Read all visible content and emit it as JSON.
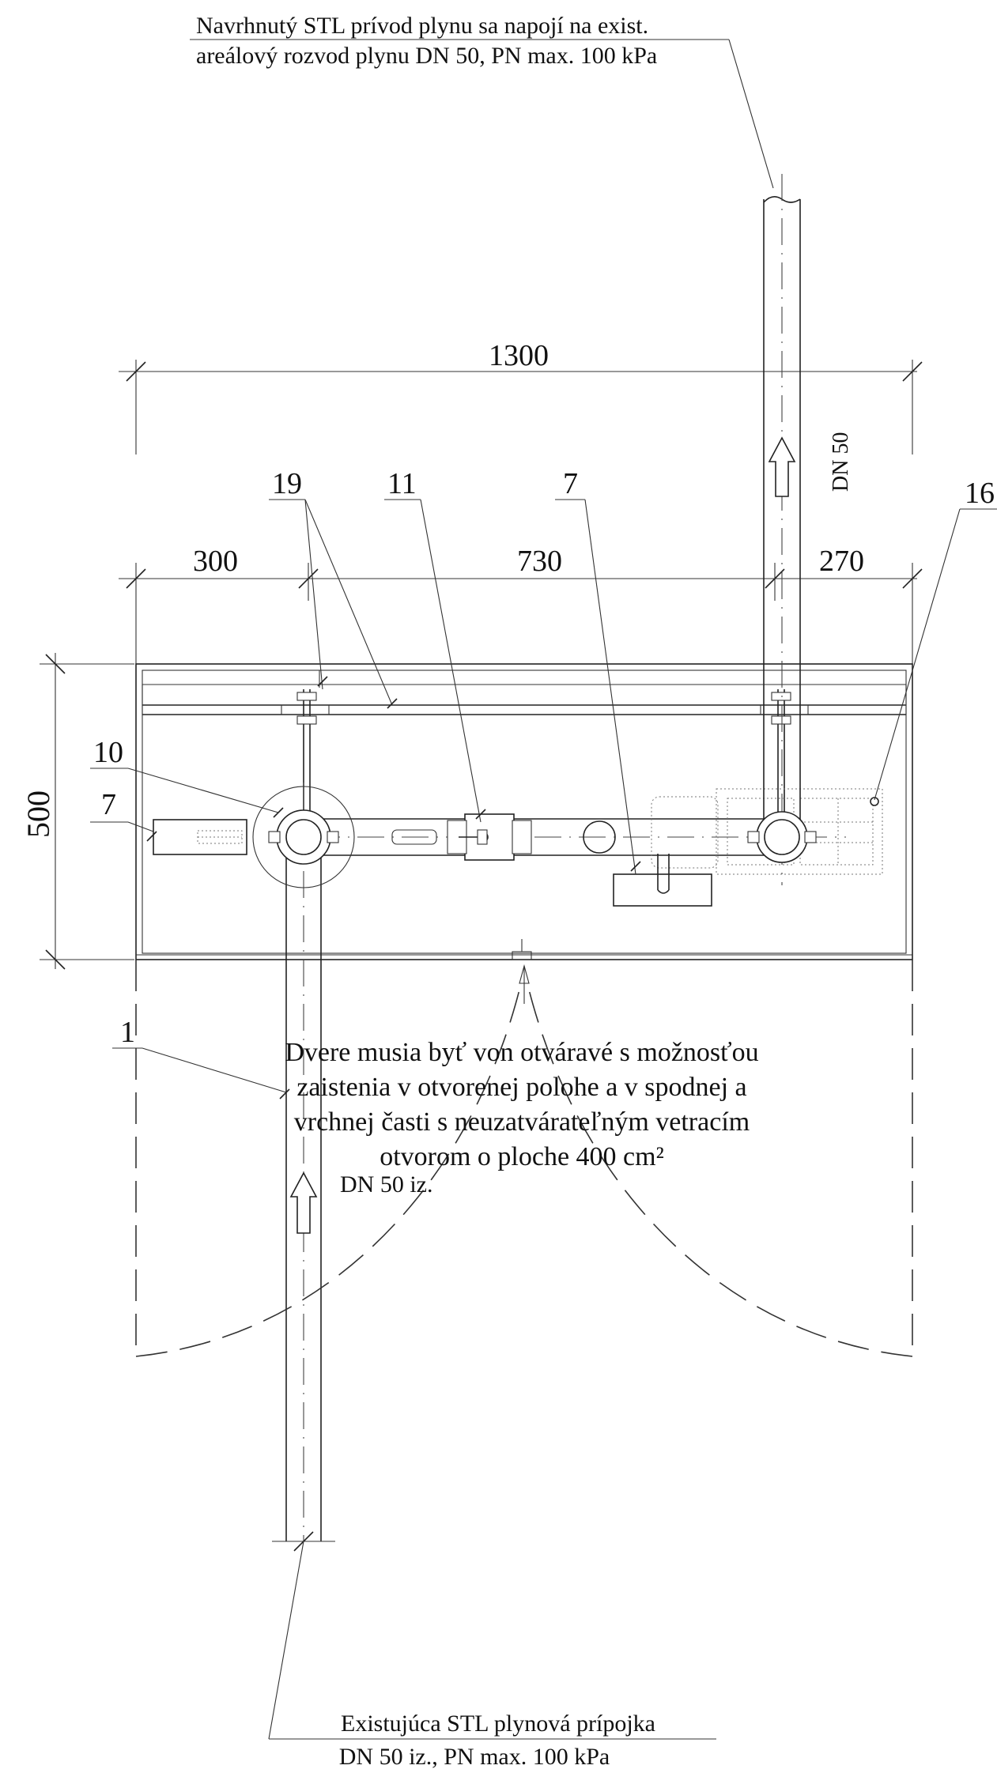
{
  "notes": {
    "top_line1": "Navrhnutý STL prívod plynu sa napojí na exist.",
    "top_line2": "areálový rozvod plynu DN 50, PN max. 100 kPa",
    "door_line1": "Dvere musia byť von otváravé s možnosťou",
    "door_line2": "zaistenia v otvorenej polohe a v spodnej a",
    "door_line3": "vrchnej časti s neuzatvárateľným vetracím",
    "door_line4": "otvorom o ploche 400 cm²",
    "bottom_line1": "Existujúca STL plynová prípojka",
    "bottom_line2": "DN 50 iz., PN max. 100 kPa"
  },
  "dimensions": {
    "overall_width": "1300",
    "left": "300",
    "middle": "730",
    "right": "270",
    "height": "500"
  },
  "pipe_labels": {
    "outlet": "DN 50",
    "inlet": "DN 50 iz."
  },
  "callouts": {
    "c19": "19",
    "c11": "11",
    "c7_top": "7",
    "c16": "16",
    "c10": "10",
    "c7_left": "7",
    "c1": "1"
  }
}
